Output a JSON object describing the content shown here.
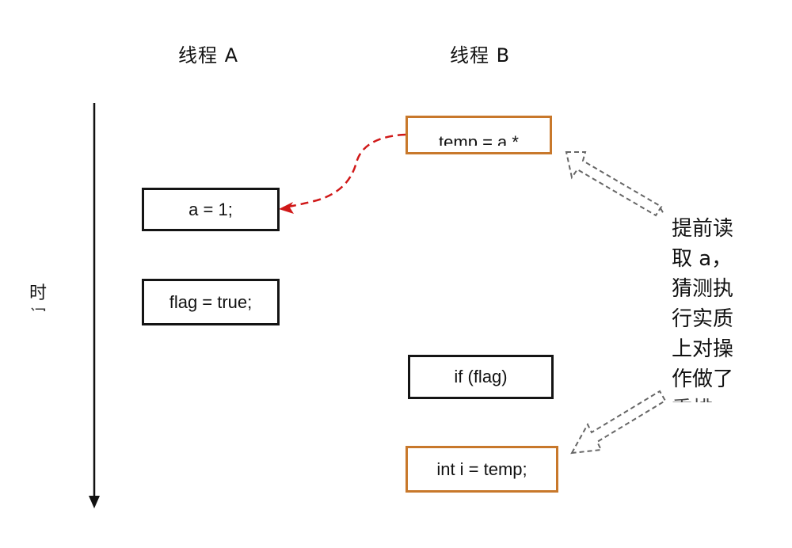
{
  "headers": {
    "thread_a": "线程 A",
    "thread_b": "线程 B"
  },
  "timeline": {
    "label_top": "时",
    "label_cut": "间"
  },
  "thread_a": {
    "op1": "a = 1;",
    "op2": "flag = true;"
  },
  "thread_b": {
    "op1": "temp = a *",
    "op2": "if (flag)",
    "op3": "int i = temp;"
  },
  "note": {
    "lines": [
      "提前读",
      "取 a，",
      "猜测执",
      "行实质",
      "上对操",
      "作做了"
    ],
    "cut_line": "重排"
  },
  "colors": {
    "orange_border": "#c8782b",
    "black_border": "#141414",
    "red_arrow": "#d01818",
    "gray_arrow": "#666666"
  }
}
